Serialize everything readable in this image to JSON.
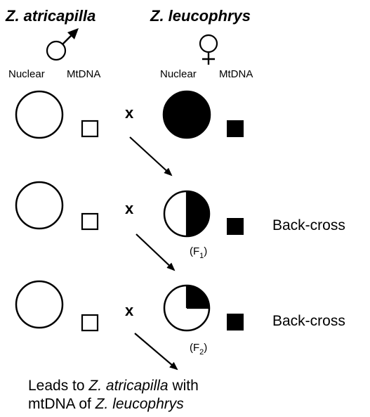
{
  "header": {
    "male_species": "Z. atricapilla",
    "female_species": "Z. leucophrys",
    "male_symbol": "male-symbol-icon",
    "female_symbol": "female-symbol-icon",
    "male_nuclear_label": "Nuclear",
    "male_mtdna_label": "MtDNA",
    "female_nuclear_label": "Nuclear",
    "female_mtdna_label": "MtDNA"
  },
  "rows": [
    {
      "cross_symbol": "x",
      "offspring_nuclear_fill": 1.0,
      "offspring_mtdna": "filled",
      "result_label": "",
      "generation_label": ""
    },
    {
      "cross_symbol": "x",
      "offspring_nuclear_fill": 0.5,
      "offspring_mtdna": "filled",
      "result_label": "Back-cross",
      "generation": {
        "prefix": "(F",
        "sub": "1",
        "suffix": ")"
      }
    },
    {
      "cross_symbol": "x",
      "offspring_nuclear_fill": 0.25,
      "offspring_mtdna": "filled",
      "result_label": "Back-cross",
      "generation": {
        "prefix": "(F",
        "sub": "2",
        "suffix": ")"
      }
    }
  ],
  "footer": {
    "line1_plain": "Leads to ",
    "line1_italic": "Z. atricapilla",
    "line1_tail": " with",
    "line2_plain": "mtDNA of ",
    "line2_italic": "Z. leucophrys"
  },
  "colors": {
    "ink": "#000000",
    "paper": "#ffffff"
  }
}
